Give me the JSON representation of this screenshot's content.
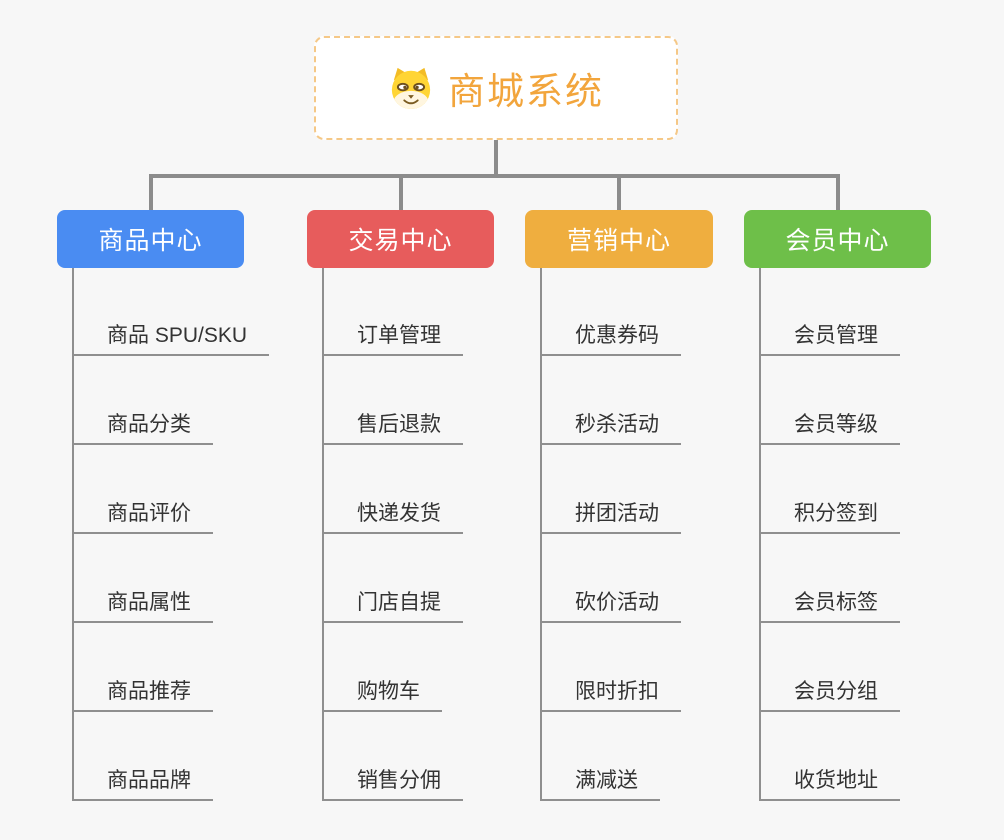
{
  "root": {
    "title": "商城系统",
    "icon": "dog-face-icon",
    "accent_color": "#F2A53C",
    "border_color": "#F5C887"
  },
  "connector_color": "#8C8C8C",
  "branches": [
    {
      "label": "商品中心",
      "color": "#4A8CF2",
      "items": [
        "商品 SPU/SKU",
        "商品分类",
        "商品评价",
        "商品属性",
        "商品推荐",
        "商品品牌"
      ]
    },
    {
      "label": "交易中心",
      "color": "#E75C5C",
      "items": [
        "订单管理",
        "售后退款",
        "快递发货",
        "门店自提",
        "购物车",
        "销售分佣"
      ]
    },
    {
      "label": "营销中心",
      "color": "#EFAE3F",
      "items": [
        "优惠券码",
        "秒杀活动",
        "拼团活动",
        "砍价活动",
        "限时折扣",
        "满减送"
      ]
    },
    {
      "label": "会员中心",
      "color": "#6EBF49",
      "items": [
        "会员管理",
        "会员等级",
        "积分签到",
        "会员标签",
        "会员分组",
        "收货地址"
      ]
    }
  ]
}
